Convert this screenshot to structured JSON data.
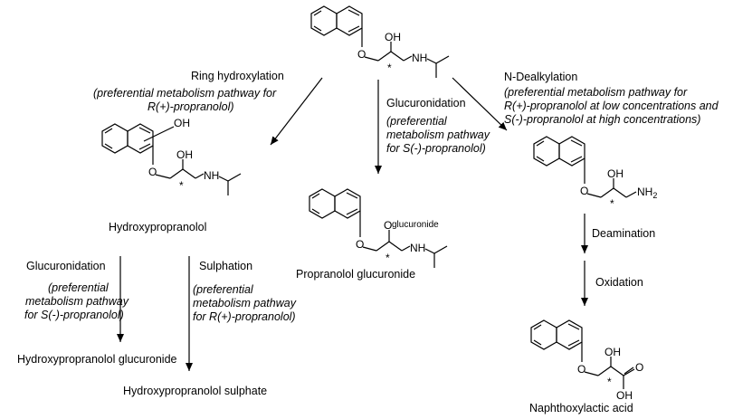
{
  "structures": {
    "atom_OH": "OH",
    "atom_O": "O",
    "atom_NH": "NH",
    "atom_NH2": "NH",
    "sub_2": "2",
    "stereocenter": "*",
    "atom_O_minus": "O",
    "glucuronide_tag": "glucuronide",
    "acid_O": "O"
  },
  "reactions": {
    "ring_hydroxylation": {
      "name": "Ring hydroxylation",
      "note_line1": "(preferential metabolism pathway for",
      "note_line2": "R(+)-propranolol)"
    },
    "glucuronidation_center": {
      "name": "Glucuronidation",
      "note_line1": "(preferential",
      "note_line2": "metabolism pathway",
      "note_line3": "for S(-)-propranolol)"
    },
    "n_dealkylation": {
      "name": "N-Dealkylation",
      "note_line1": "(preferential metabolism pathway for",
      "note_line2": "R(+)-propranolol at low concentrations and",
      "note_line3": "S(-)-propranolol at high concentrations)"
    },
    "glucuronidation_left": {
      "name": "Glucuronidation",
      "note_line1": "(preferential",
      "note_line2": "metabolism pathway",
      "note_line3": "for S(-)-propranolol)"
    },
    "sulphation": {
      "name": "Sulphation",
      "note_line1": "(preferential",
      "note_line2": "metabolism pathway",
      "note_line3": "for R(+)-propranolol)"
    },
    "deamination": {
      "name": "Deamination"
    },
    "oxidation": {
      "name": "Oxidation"
    }
  },
  "compounds": {
    "hydroxypropranolol": "Hydroxypropranolol",
    "propranolol_glucuronide": "Propranolol glucuronide",
    "hydroxypropranolol_glucuronide": "Hydroxypropranolol glucuronide",
    "hydroxypropranolol_sulphate": "Hydroxypropranolol sulphate",
    "naphthoxylactic_acid": "Naphthoxylactic acid"
  }
}
